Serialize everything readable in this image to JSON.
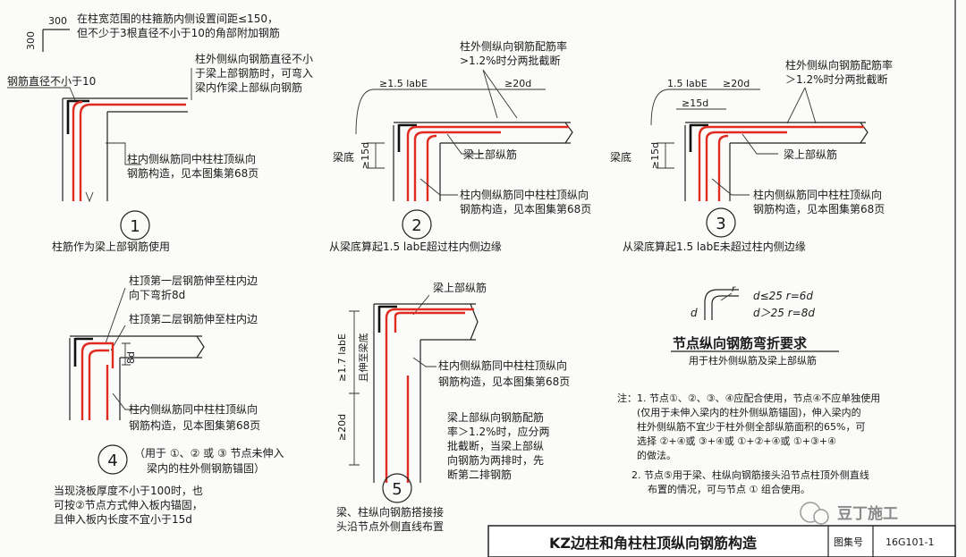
{
  "panel1": {
    "label_300_h": "300",
    "label_300_v": "300",
    "note_top_1": "在柱宽范围的柱箍筋内侧设置间距≤150，",
    "note_top_2": "但不少于3根直径不小于10的角部附加钢筋",
    "diameter_note": "钢筋直径不小于10",
    "outer_bar_1": "柱外侧纵向钢筋直径不小",
    "outer_bar_2": "于梁上部钢筋时，可弯入",
    "outer_bar_3": "梁内作梁上部纵向钢筋",
    "inner_bar_1": "柱内侧纵筋同中柱柱顶纵向",
    "inner_bar_2": "钢筋构造，见本图集第68页",
    "number": "1",
    "caption": "柱筋作为梁上部钢筋使用"
  },
  "panel2": {
    "ratio_1": "柱外侧纵向钢筋配筋率",
    "ratio_2": ">1.2%时分两批截断",
    "dim_15lab": "≥1.5 labE",
    "dim_20d": "≥20d",
    "dim_15d": "≥15d",
    "beam_bottom": "梁底",
    "beam_top": "梁上部纵筋",
    "inner_bar_1": "柱内侧纵筋同中柱柱顶纵向",
    "inner_bar_2": "钢筋构造，见本图集第68页",
    "number": "2",
    "caption": "从梁底算起1.5 labE超过柱内侧边缘"
  },
  "panel3": {
    "ratio_1": "柱外侧纵向钢筋配筋率",
    "ratio_2": "＞1.2%时分两批截断",
    "dim_15lab": "1.5 labE",
    "dim_20d": "≥20d",
    "dim_15d_top": "≥15d",
    "dim_15d": "≥15d",
    "beam_bottom": "梁底",
    "beam_top": "梁上部纵筋",
    "inner_bar_1": "柱内侧纵筋同中柱柱顶纵向",
    "inner_bar_2": "钢筋构造，见本图集第68页",
    "number": "3",
    "caption": "从梁底算起1.5 labE未超过柱内侧边缘"
  },
  "panel4": {
    "layer1_1": "柱顶第一层钢筋伸至柱内边",
    "layer1_2": "向下弯折8d",
    "layer2": "柱顶第二层钢筋伸至柱内边",
    "dim_8d": "8d",
    "inner_bar_1": "柱内侧纵筋同中柱柱顶纵向",
    "inner_bar_2": "钢筋构造，见本图集第68页",
    "number": "4",
    "use_1": "（用于 ①、② 或 ③ 节点未伸入",
    "use_2": "梁内的柱外侧钢筋锚固）",
    "note_1": "当现浇板厚度不小于100时，也",
    "note_2": "可按②节点方式伸入板内锚固，",
    "note_3": "且伸入板内长度不宜小于15d"
  },
  "panel5": {
    "beam_top": "梁上部纵筋",
    "dim_17lab": "≥1.7 labE",
    "dim_to_bottom": "且伸至梁底",
    "dim_20d": "≥20d",
    "inner_bar_1": "柱内侧纵筋同中柱柱顶纵向",
    "inner_bar_2": "钢筋构造，见本图集第68页",
    "ratio_1": "梁上部纵向钢筋配筋",
    "ratio_2": "率＞1.2%时，应分两",
    "ratio_3": "批截断，当梁上部纵",
    "ratio_4": "向钢筋为两排时，先",
    "ratio_5": "断第二排钢筋",
    "number": "5",
    "caption_1": "梁、柱纵向钢筋搭接接",
    "caption_2": "头沿节点外侧直线布置"
  },
  "bend": {
    "d_label": "d",
    "r_label": "r",
    "rule_1": "d≤25  r=6d",
    "rule_2": "d＞25  r=8d",
    "title": "节点纵向钢筋弯折要求",
    "subtitle": "用于柱外侧纵筋及梁上部纵筋"
  },
  "notes": {
    "n1_1": "注：1. 节点①、②、③、④应配合使用，节点④不应单独使用",
    "n1_2": "(仅用于未伸入梁内的柱外侧纵筋锚固)，伸入梁内的",
    "n1_3": "柱外侧纵筋不宜少于柱外侧全部纵筋面积的65%，可",
    "n1_4": "选择 ②+④或 ③+④或 ①+②+④或 ①+③+④",
    "n1_5": "的做法。",
    "n2_1": "2. 节点⑤用于梁、柱纵向钢筋接头沿节点柱顶外侧直线",
    "n2_2": "布置的情况，可与节点 ① 组合使用。"
  },
  "title_block": {
    "title": "KZ边柱和角柱柱顶纵向钢筋构造",
    "atlas_label": "图集号",
    "atlas_no": "16G101-1"
  },
  "watermark": {
    "text": "豆丁施工"
  }
}
